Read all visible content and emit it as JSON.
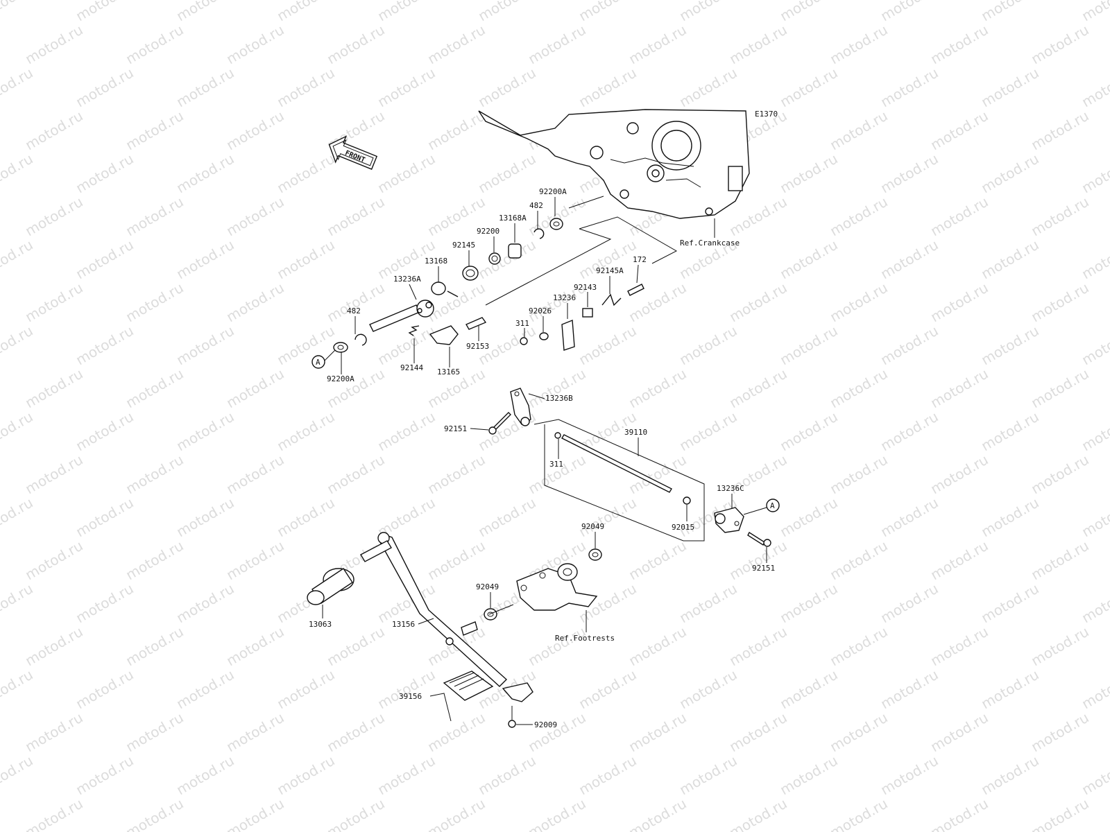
{
  "watermark_text": "motod.ru",
  "diagram_code": "E1370",
  "front_label": "FRONT",
  "refs": {
    "crankcase": "Ref.Crankcase",
    "footrests": "Ref.Footrests"
  },
  "circle_marker": "A",
  "parts": {
    "p92200A_top": "92200A",
    "p482_top": "482",
    "p13168A": "13168A",
    "p92200": "92200",
    "p92145": "92145",
    "p13168": "13168",
    "p13236A": "13236A",
    "p482_left": "482",
    "p92200A_left": "92200A",
    "p92144": "92144",
    "p13165": "13165",
    "p92153": "92153",
    "p311_top": "311",
    "p92026": "92026",
    "p13236": "13236",
    "p92143": "92143",
    "p92145A": "92145A",
    "p172": "172",
    "p13236B": "13236B",
    "p92151_left": "92151",
    "p39110": "39110",
    "p311_mid": "311",
    "p13236C": "13236C",
    "p92015": "92015",
    "p92151_right": "92151",
    "p92049_top": "92049",
    "p92049_mid": "92049",
    "p13063": "13063",
    "p13156": "13156",
    "p39156": "39156",
    "p92009": "92009"
  }
}
